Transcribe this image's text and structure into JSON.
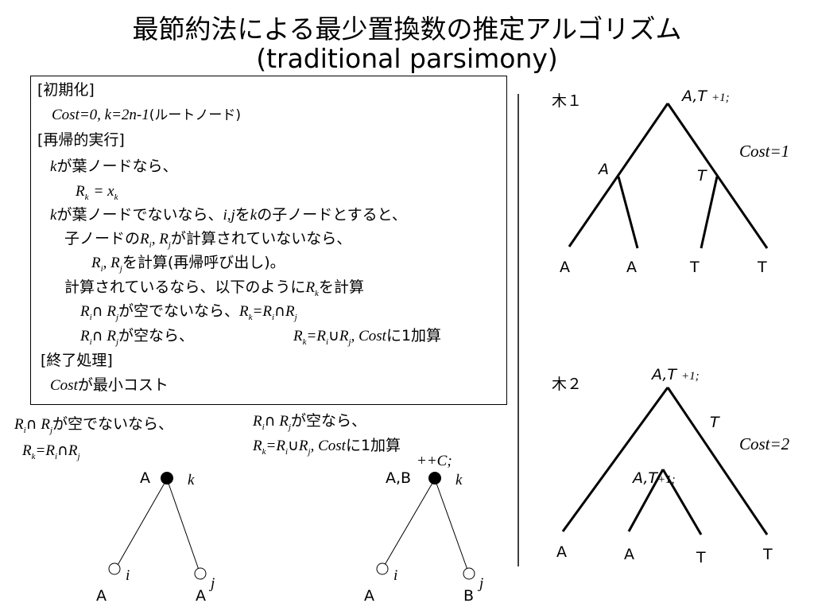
{
  "title": {
    "line1": "最節約法による最少置換数の推定アルゴリズム",
    "line2": "(traditional parsimony)"
  },
  "algorithm": {
    "init_header": "[初期化]",
    "init_cost": "Cost=0, k=2n-1",
    "init_root": "(ルートノード)",
    "recur_header": "[再帰的実行]",
    "leaf_if": "が葉ノードなら、",
    "not_leaf_a": "が葉ノードでないなら、",
    "not_leaf_b": "を",
    "not_leaf_c": "の子ノードとすると、",
    "child_a": "子ノードの",
    "child_b": "が計算されていないなら、",
    "compute_a": "を計算(再帰呼び出し)。",
    "computed_a": "計算されているなら、以下のように",
    "computed_b": "を計算",
    "nonempty": "が空でないなら、",
    "empty": "が空なら、",
    "add_one": "に1加算",
    "end_header": "[終了処理]",
    "min_cost": "が最小コスト"
  },
  "sym": {
    "k": "k",
    "i": "i",
    "j": "j",
    "ij": "i,j",
    "Cost": "Cost",
    "Rk": "R",
    "eq_xk": "= x",
    "union": "∪",
    "intersect": "∩"
  },
  "examples": {
    "left_cond": "が空でないなら、",
    "right_cond": "が空なら、",
    "right_add": "に1加算",
    "counter": "++C;",
    "left_root": "A",
    "right_root": "A,B",
    "left_leaf_i": "A",
    "left_leaf_j": "A",
    "right_leaf_i": "A",
    "right_leaf_j": "B",
    "k": "k",
    "i": "i",
    "j": "j"
  },
  "tree1": {
    "label": "木１",
    "root": "A,T",
    "root_inc": "+1;",
    "cost": "Cost=1",
    "left_internal": "A",
    "right_internal": "T",
    "leaves": [
      "A",
      "A",
      "T",
      "T"
    ]
  },
  "tree2": {
    "label": "木２",
    "root": "A,T",
    "root_inc": "+1;",
    "cost": "Cost=2",
    "internal_t": "T",
    "internal_at": "A,T",
    "internal_inc": "+1;",
    "leaves": [
      "A",
      "A",
      "T",
      "T"
    ]
  }
}
